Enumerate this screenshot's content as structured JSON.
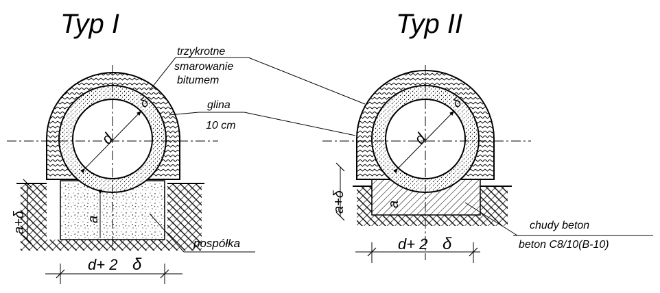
{
  "titles": {
    "type1": "Typ I",
    "type2": "Typ II"
  },
  "labels": {
    "coating_line1": "trzykrotne",
    "coating_line2": "smarowanie",
    "coating_line3": "bitumem",
    "clay_line1": "glina",
    "clay_line2": "10 cm",
    "pospolka": "pospółka",
    "lean_concrete_line1": "chudy beton",
    "lean_concrete_line2": "beton C8/10(B-10)"
  },
  "dimensions": {
    "diameter": "d",
    "thickness": "δ",
    "a_plus_delta": "a+δ",
    "a": "a",
    "width_d": "d+ 2",
    "width_delta": "δ"
  },
  "colors": {
    "ink": "#000000",
    "background": "#ffffff"
  }
}
